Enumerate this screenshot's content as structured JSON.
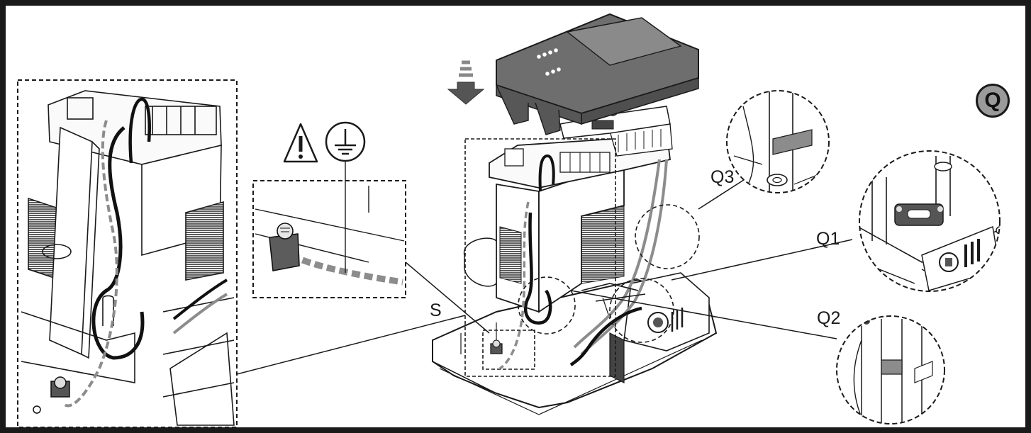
{
  "labels": {
    "section_badge": "Q",
    "callout_q1": "Q1",
    "callout_q2": "Q2",
    "callout_q3": "Q3",
    "callout_s": "S"
  },
  "symbols": {
    "warning": "warning-triangle-icon",
    "earth": "protective-earth-icon",
    "insert_direction": "down-arrow-icon"
  },
  "colors": {
    "frame": "#1a1a1a",
    "line": "#1a1a1a",
    "housing_gray": "#6e6e6e",
    "cable_gray": "#9a9a9a",
    "badge_fill": "#9a9a9a"
  }
}
